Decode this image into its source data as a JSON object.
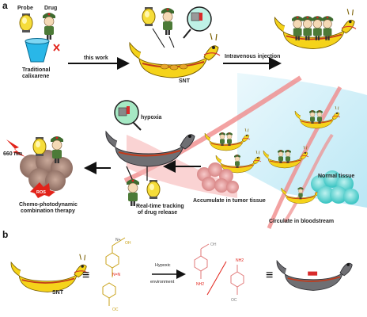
{
  "panel_a": {
    "letter": "a",
    "probe_label": "Probe",
    "drug_label": "Drug",
    "traditional_label_1": "Traditional",
    "traditional_label_2": "calixarene",
    "this_work": "this work",
    "snt_label": "SNT",
    "intravenous": "Intravenous injection",
    "hypoxia": "hypoxia",
    "laser": "660 nm",
    "ros": "ROS",
    "chemo_1": "Chemo-photodynamic",
    "chemo_2": "combination therapy",
    "realtime_1": "Real-time tracking",
    "realtime_2": "of drug release",
    "accumulate": "Accumulate in tumor tissue",
    "normal": "Normal tissue",
    "circulate": "Circulate in bloodstream",
    "colors": {
      "lantern": "#f2d21b",
      "boat": "#f5d31a",
      "blood": "#f08b8b",
      "vessel": "#bde8f5",
      "tumor": "#e9a9a9",
      "normal": "#5fd3d0"
    }
  },
  "panel_b": {
    "letter": "b",
    "snt_label": "SNT",
    "hypoxic_1": "Hypoxic",
    "hypoxic_2": "environment",
    "oh": "OH",
    "nh2": "NH2",
    "n_eq": "N=N",
    "oc_chain": "OC",
    "n_plus": "N+"
  }
}
